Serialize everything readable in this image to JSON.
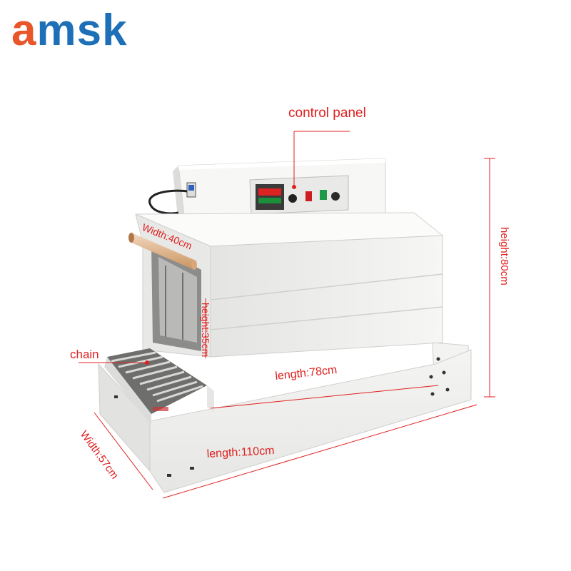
{
  "brand": {
    "logo_first": "a",
    "logo_rest": "msk"
  },
  "labels": {
    "control_panel": "control panel",
    "chain": "chain"
  },
  "dimensions": {
    "width_tunnel": "Width:40cm",
    "height_tunnel": "height:35cm",
    "length_tunnel": "length:78cm",
    "length_total": "length:110cm",
    "width_total": "Width:57cm",
    "height_total": "height:80cm"
  },
  "colors": {
    "logo_orange": "#e8562a",
    "logo_blue": "#1d6fb8",
    "annotation_red": "#e02020",
    "machine_body": "#f2f2f0"
  }
}
